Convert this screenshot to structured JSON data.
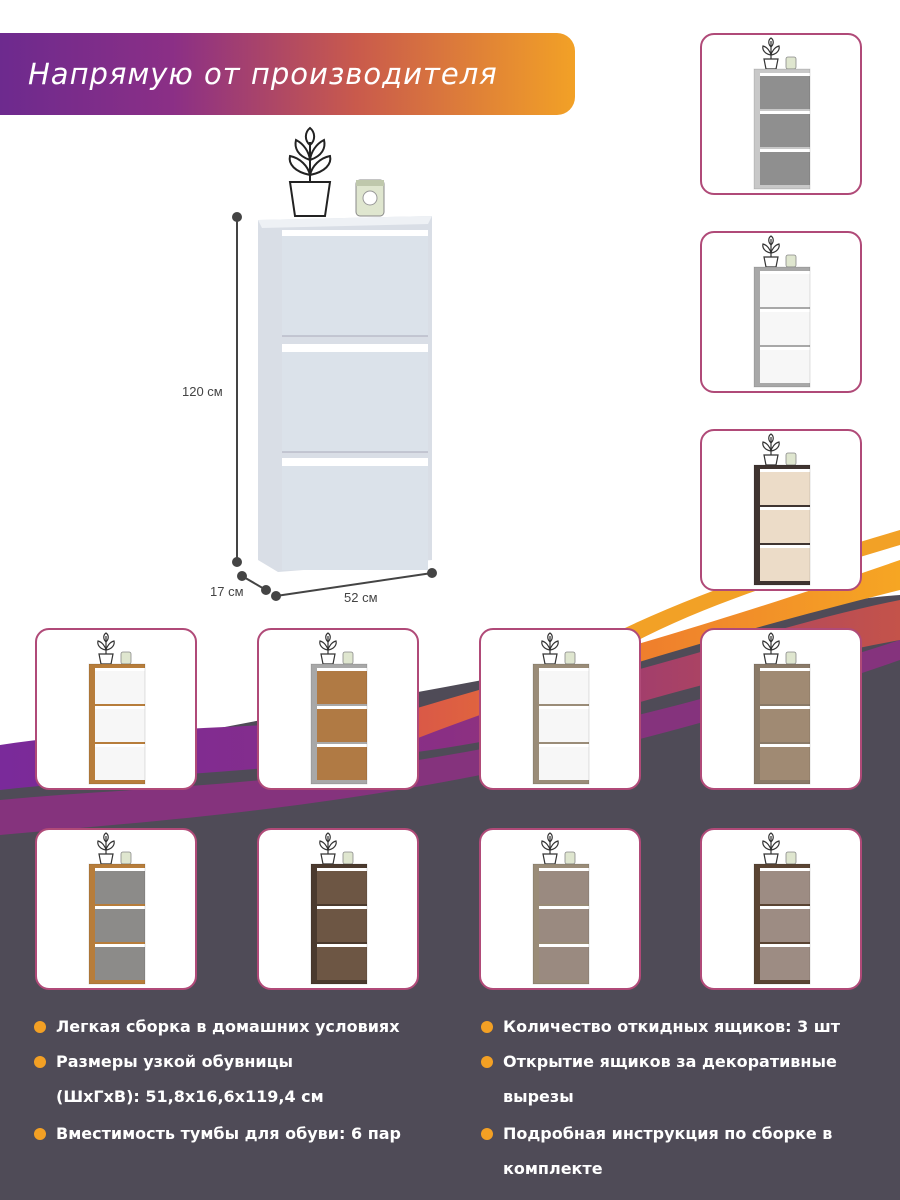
{
  "banner": {
    "text": "Напрямую от производителя"
  },
  "dimensions": {
    "height": "120 см",
    "depth": "17 см",
    "width": "52 см"
  },
  "colors": {
    "accent_orange": "#f3a024",
    "accent_purple": "#6d2a8e",
    "dark_bg": "#4f4b57",
    "thumb_border": "#b04a78"
  },
  "variants": [
    {
      "body": "#c8c8c8",
      "front": "#8f8f8f",
      "slot": "#ffffff"
    },
    {
      "body": "#a8a8a8",
      "front": "#f7f7f7",
      "slot": "#ffffff"
    },
    {
      "body": "#3f3430",
      "front": "#ecdcc8",
      "slot": "#ffffff"
    },
    {
      "body": "#b77d3b",
      "front": "#f7f7f7",
      "slot": "#ffffff"
    },
    {
      "body": "#a8a8a8",
      "front": "#b07a44",
      "slot": "#ffffff"
    },
    {
      "body": "#9a8c78",
      "front": "#f7f7f7",
      "slot": "#ffffff"
    },
    {
      "body": "#8a7a68",
      "front": "#a08a73",
      "slot": "#ffffff"
    },
    {
      "body": "#b77d3b",
      "front": "#8c8b89",
      "slot": "#ffffff"
    },
    {
      "body": "#4b3a2e",
      "front": "#6d5644",
      "slot": "#ffffff"
    },
    {
      "body": "#9a8c78",
      "front": "#9a8a80",
      "slot": "#ffffff"
    },
    {
      "body": "#5a4433",
      "front": "#9d8c83",
      "slot": "#ffffff"
    }
  ],
  "features": {
    "left": [
      "Легкая сборка в домашних условиях",
      "Размеры узкой обувницы",
      "(ШхГхВ): 51,8х16,6х119,4 см",
      "Вместимость тумбы для обуви: 6 пар"
    ],
    "right": [
      "Количество откидных ящиков: 3 шт",
      "Открытие ящиков за декоративные",
      "вырезы",
      "Подробная инструкция по сборке в",
      "комплекте"
    ]
  }
}
